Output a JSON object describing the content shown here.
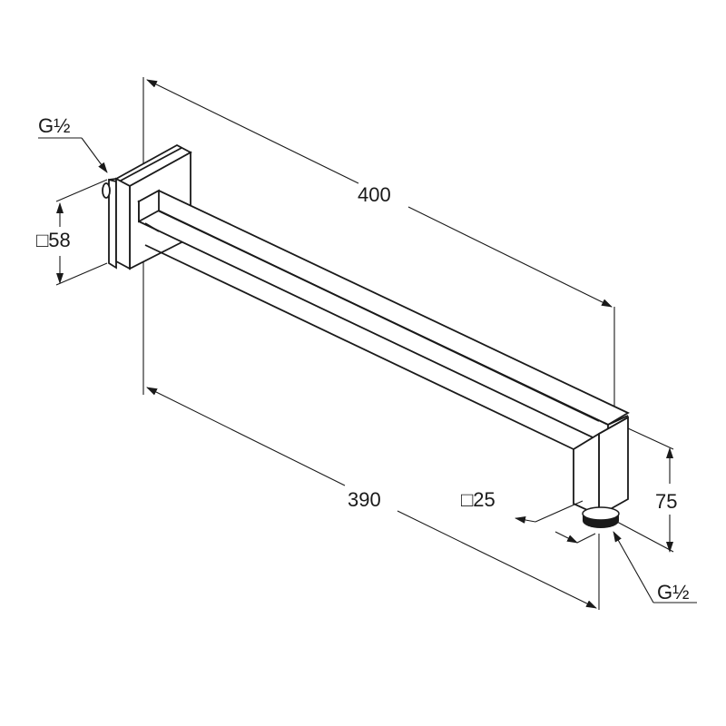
{
  "labels": {
    "inlet_thread": "G½",
    "flange_size": "□58",
    "total_length": "400",
    "arm_length": "390",
    "arm_section": "□25",
    "drop_height": "75",
    "outlet_thread": "G½"
  }
}
